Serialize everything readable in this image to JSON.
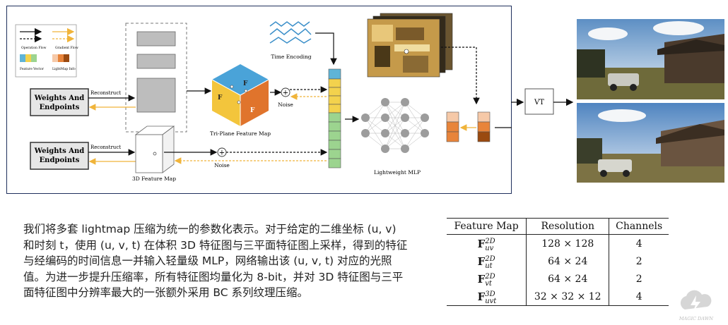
{
  "diagram": {
    "legend": {
      "operation_flow": "Operation Flow",
      "gradient_flow": "Gradient Flow",
      "feature_vector": "Feature Vector",
      "lightmap_info": "LightMap Info"
    },
    "weights_box_label_line1": "Weights And",
    "weights_box_label_line2": "Endpoints",
    "reconstruct_label": "Reconstruct",
    "tri_plane_label": "Tri-Plane Feature Map",
    "feature_3d_label": "3D Feature Map",
    "noise_label": "Noise",
    "time_encoding_label": "Time Encoding",
    "mlp_label": "Lightweight MLP",
    "vt_label": "VT",
    "plane_symbols": [
      "F",
      "F",
      "F"
    ]
  },
  "description": "我们将多套 lightmap 压缩为统一的参数化表示。对于给定的二维坐标 (u, v) 和时刻 t，使用 (u, v, t) 在体积 3D 特征图与三平面特征图上采样，得到的特征与经编码的时间信息一并输入轻量级 MLP，网络输出该 (u, v, t) 对应的光照值。为进一步提升压缩率，所有特征图均量化为 8-bit，并对 3D 特征图与三平面特征图中分辨率最大的一张额外采用 BC 系列纹理压缩。",
  "table": {
    "headers": [
      "Feature Map",
      "Resolution",
      "Channels"
    ],
    "rows": [
      {
        "symbol": "F",
        "sup": "2D",
        "sub": "uv",
        "resolution": "128 × 128",
        "channels": "4"
      },
      {
        "symbol": "F",
        "sup": "2D",
        "sub": "ut",
        "resolution": "64 × 24",
        "channels": "2"
      },
      {
        "symbol": "F",
        "sup": "2D",
        "sub": "vt",
        "resolution": "64 × 24",
        "channels": "2"
      },
      {
        "symbol": "F",
        "sup": "3D",
        "sub": "uvt",
        "resolution": "32 × 32 × 12",
        "channels": "4"
      }
    ]
  },
  "logo_text": "MAGIC DAWN"
}
